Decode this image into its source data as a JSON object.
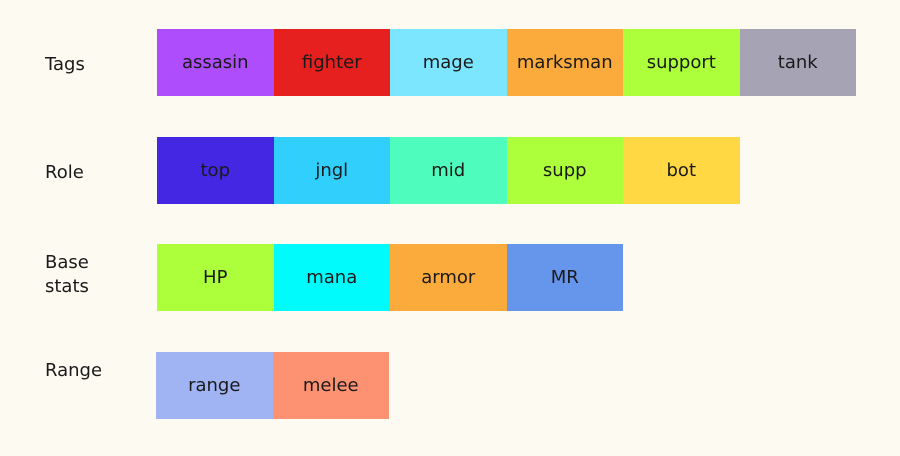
{
  "rows": [
    {
      "label": "Tags",
      "chips": [
        {
          "text": "assasin",
          "color": "#ae4dfb"
        },
        {
          "text": "fighter",
          "color": "#e61f1f"
        },
        {
          "text": "mage",
          "color": "#7de6ff"
        },
        {
          "text": "marksman",
          "color": "#fbab3c"
        },
        {
          "text": "support",
          "color": "#acff3a"
        },
        {
          "text": "tank",
          "color": "#a6a4b4"
        }
      ]
    },
    {
      "label": "Role",
      "chips": [
        {
          "text": "top",
          "color": "#4327e3"
        },
        {
          "text": "jngl",
          "color": "#31d0fc"
        },
        {
          "text": "mid",
          "color": "#4efcbd"
        },
        {
          "text": "supp",
          "color": "#acff3a"
        },
        {
          "text": "bot",
          "color": "#ffd843"
        }
      ]
    },
    {
      "label": "Base\nstats",
      "chips": [
        {
          "text": "HP",
          "color": "#acff3a"
        },
        {
          "text": "mana",
          "color": "#00fbfd"
        },
        {
          "text": "armor",
          "color": "#fbab3c"
        },
        {
          "text": "MR",
          "color": "#6696eb"
        }
      ]
    },
    {
      "label": "Range",
      "chips": [
        {
          "text": "range",
          "color": "#a0b3f3"
        },
        {
          "text": "melee",
          "color": "#fd9273"
        }
      ]
    }
  ]
}
